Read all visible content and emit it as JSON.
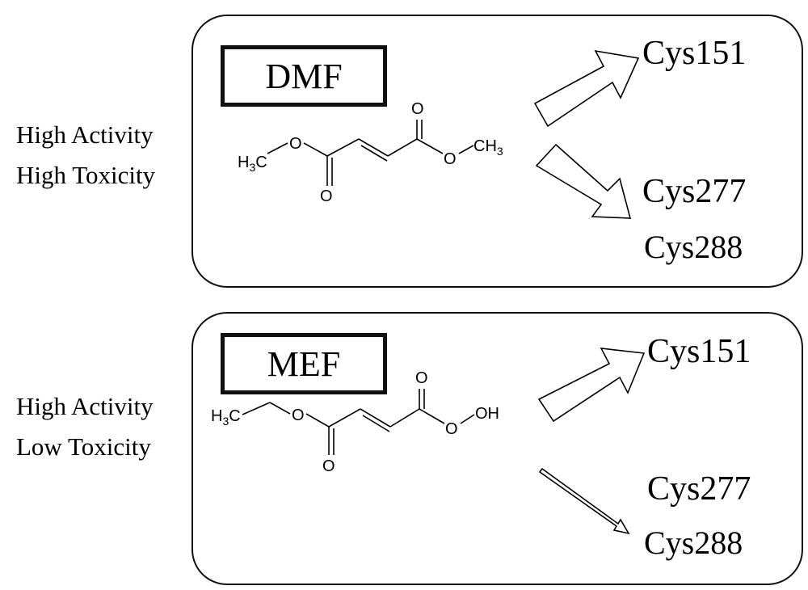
{
  "panels": [
    {
      "side_label": [
        "High Activity",
        "High Toxicity"
      ],
      "compound": "DMF",
      "structure": {
        "left": "H",
        "left_sub": "3",
        "left_tail": "C",
        "o": "O",
        "right": "CH",
        "right_sub": "3"
      },
      "targets": [
        "Cys151",
        "Cys277",
        "Cys288"
      ]
    },
    {
      "side_label": [
        "High Activity",
        "Low Toxicity"
      ],
      "compound": "MEF",
      "structure": {
        "left": "H",
        "left_sub": "3",
        "left_tail": "C",
        "o": "O",
        "right": "OH"
      },
      "targets": [
        "Cys151",
        "Cys277",
        "Cys288"
      ]
    }
  ]
}
